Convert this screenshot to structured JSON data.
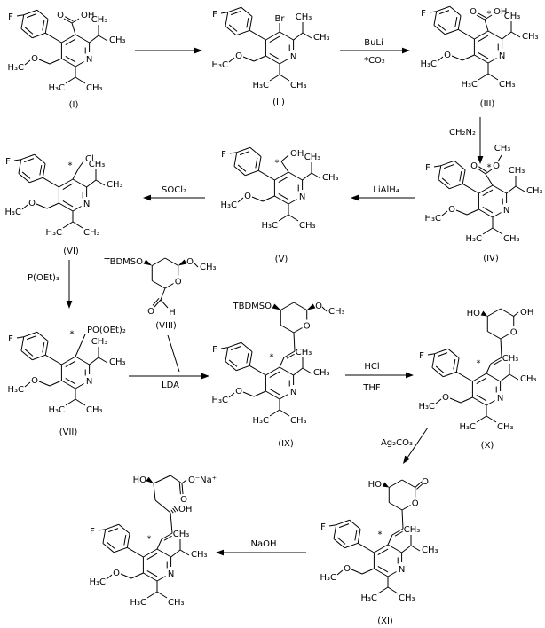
{
  "scheme": {
    "atoms": {
      "f": "F",
      "o": "O",
      "n": "N",
      "h": "H",
      "oh": "OH",
      "ho": "HO",
      "ch3": "CH₃",
      "h3c": "H₃C",
      "br": "Br",
      "cl": "Cl",
      "star": "*",
      "tbdmso": "TBDMSO",
      "po_oet2": "PO(OEt)₂",
      "o_na": "O⁻Na⁺"
    },
    "reagents": {
      "buli": "BuLi",
      "co2": "*CO₂",
      "ch2n2": "CH₂N₂",
      "lialh4": "LiAlH₄",
      "socl2": "SOCl₂",
      "poet3": "P(OEt)₃",
      "lda": "LDA",
      "hcl": "HCl",
      "thf": "THF",
      "ag2co3": "Ag₂CO₃",
      "naoh": "NaOH"
    },
    "compounds": {
      "i": "(I)",
      "ii": "(II)",
      "iii": "(III)",
      "iv": "(IV)",
      "v": "(V)",
      "vi": "(VI)",
      "vii": "(VII)",
      "viii": "(VIII)",
      "ix": "(IX)",
      "x": "(X)",
      "xi": "(XI)"
    }
  }
}
